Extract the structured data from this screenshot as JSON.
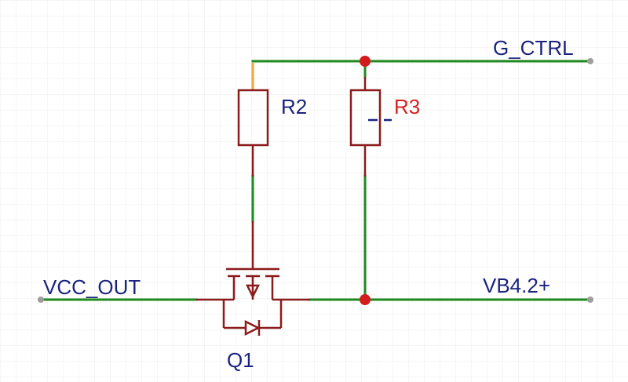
{
  "schematic": {
    "net_labels": {
      "g_ctrl": "G_CTRL",
      "vcc_out": "VCC_OUT",
      "vb": "VB4.2+"
    },
    "components": {
      "r2": {
        "designator": "R2"
      },
      "r3": {
        "designator": "R3"
      },
      "q1": {
        "designator": "Q1"
      }
    },
    "colors": {
      "background": "#ffffff",
      "grid": "#ececec",
      "wire": "#1f8a1f",
      "symbol": "#8b1a1a",
      "junction": "#d41c1c",
      "net_label": "#1a237e",
      "designator_selected": "#d62020",
      "designator": "#1a237e",
      "pin_highlight": "#f4a43a",
      "endpoint": "#9e9e9e"
    }
  }
}
